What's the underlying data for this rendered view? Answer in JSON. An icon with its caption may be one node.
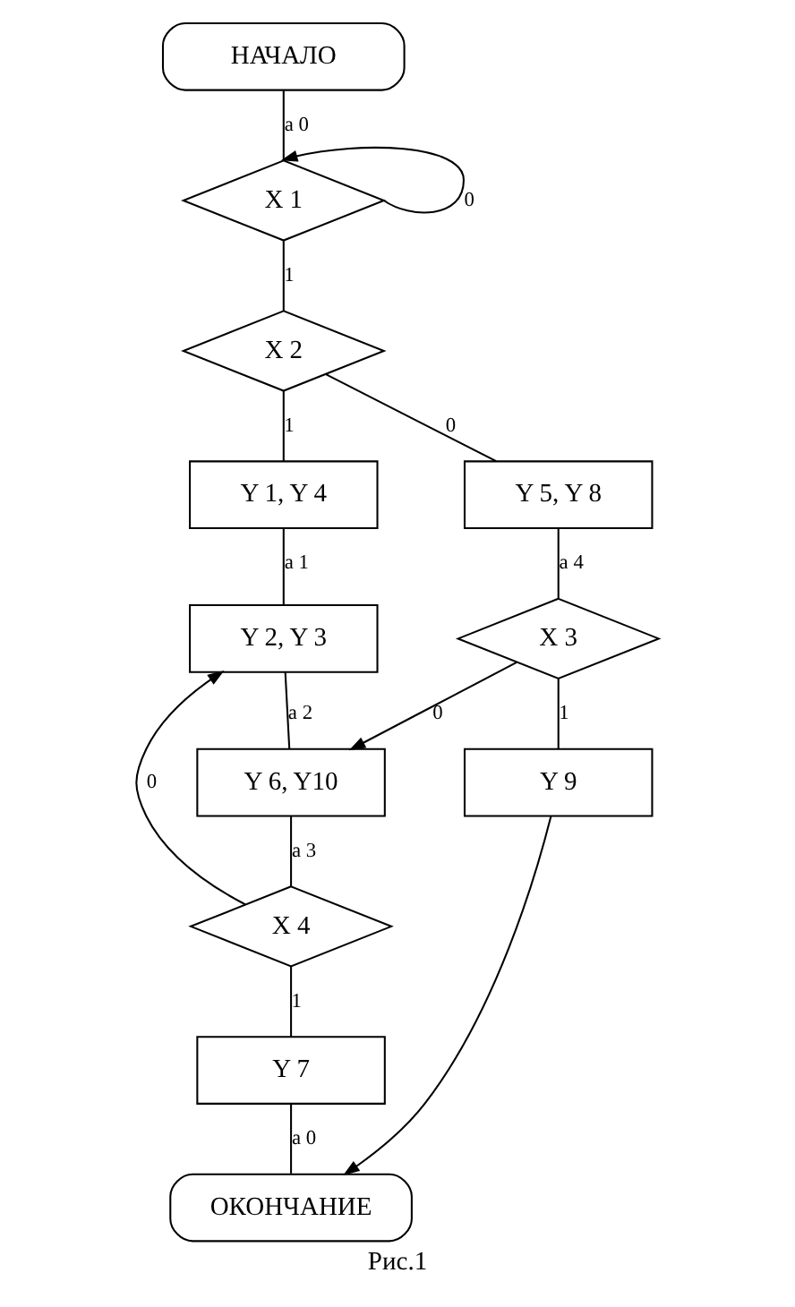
{
  "diagram": {
    "caption": "Рис.1",
    "nodes": [
      {
        "text": [
          "НАЧАЛО"
        ]
      },
      {
        "text": [
          "X 1"
        ]
      },
      {
        "text": [
          "X 2"
        ]
      },
      {
        "text": [
          "Y 1, Y 4"
        ]
      },
      {
        "text": [
          "Y 5, Y 8"
        ]
      },
      {
        "text": [
          "Y 2, Y 3"
        ]
      },
      {
        "text": [
          "X 3"
        ]
      },
      {
        "text": [
          "Y 6, Y10"
        ]
      },
      {
        "text": [
          "Y 9"
        ]
      },
      {
        "text": [
          "X 4"
        ]
      },
      {
        "text": [
          "Y 7"
        ]
      },
      {
        "text": [
          "ОКОНЧАНИЕ"
        ]
      }
    ],
    "edges": [
      {
        "from": 0,
        "to": 1,
        "arrow": "none",
        "label": "a 0"
      },
      {
        "from": 1,
        "to": 1,
        "arrow": "to",
        "label": "0"
      },
      {
        "from": 1,
        "to": 2,
        "arrow": "none",
        "label": "1"
      },
      {
        "from": 2,
        "to": 3,
        "arrow": "none",
        "label": "1"
      },
      {
        "from": 2,
        "to": 4,
        "arrow": "none",
        "label": "0"
      },
      {
        "from": 3,
        "to": 5,
        "arrow": "none",
        "label": "a 1"
      },
      {
        "from": 4,
        "to": 6,
        "arrow": "none",
        "label": "a 4"
      },
      {
        "from": 5,
        "to": 7,
        "arrow": "none",
        "label": "a 2"
      },
      {
        "from": 6,
        "to": 7,
        "arrow": "to",
        "label": "0"
      },
      {
        "from": 6,
        "to": 8,
        "arrow": "none",
        "label": "1"
      },
      {
        "from": 7,
        "to": 9,
        "arrow": "none",
        "label": "a 3"
      },
      {
        "from": 9,
        "to": 5,
        "arrow": "to",
        "label": "0"
      },
      {
        "from": 9,
        "to": 10,
        "arrow": "none",
        "label": "1"
      },
      {
        "from": 10,
        "to": 11,
        "arrow": "none",
        "label": "a 0"
      },
      {
        "from": 8,
        "to": 11,
        "arrow": "to"
      }
    ]
  }
}
